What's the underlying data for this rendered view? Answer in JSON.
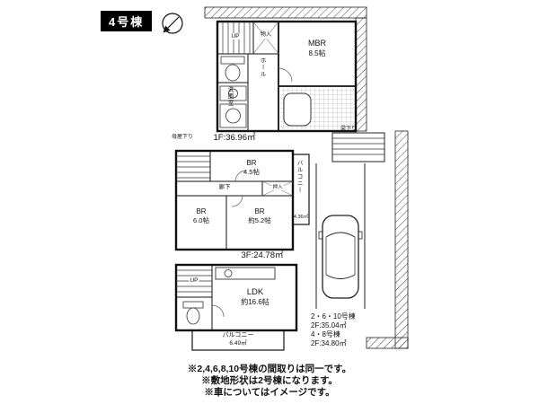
{
  "title": "4号棟",
  "floor_areas": {
    "f1": "1F:36.96㎡",
    "f3": "3F:24.78㎡"
  },
  "plan_1f": {
    "up_label": "UP",
    "closet_label": "物入",
    "hall_label": "ホール",
    "washroom_label": "洗面室",
    "mbr_name": "MBR",
    "mbr_size": "8.5帖"
  },
  "plan_3f": {
    "annotation_left": "母屋下り",
    "annotation_right": "梁下り",
    "br1_name": "BR",
    "br1_size": "4.5帖",
    "corridor_label": "廊下",
    "closet_label": "押入",
    "br2_name": "BR",
    "br2_size": "6.0帖",
    "br3_name": "BR",
    "br3_size": "約5.2帖",
    "balcony_label": "バルコニー",
    "balcony_area": "4.36㎡"
  },
  "plan_2f": {
    "up_label": "UP",
    "ldk_name": "LDK",
    "ldk_size": "約16.6帖",
    "balcony_label": "バルコニー",
    "balcony_area": "6.49㎡"
  },
  "parking_note": {
    "line1": "2・6・10号棟",
    "line2": "2F:35.04㎡",
    "line3": "4・8号棟",
    "line4": "2F:34.80㎡"
  },
  "footnotes": {
    "line1": "※2,4,6,8,10号棟の間取りは同一です。",
    "line2": "※敷地形状は2号棟になります。",
    "line3": "※車についてはイメージです。"
  }
}
